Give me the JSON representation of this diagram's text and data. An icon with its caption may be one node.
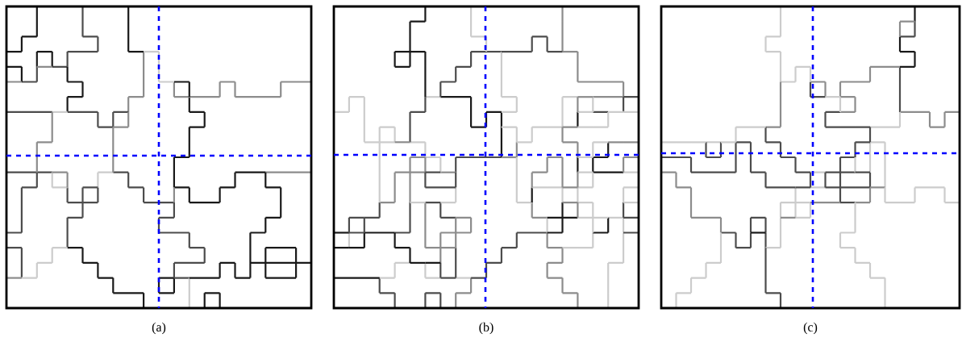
{
  "diagram": {
    "labels": [
      "(a)",
      "(b)",
      "(c)"
    ]
  }
}
